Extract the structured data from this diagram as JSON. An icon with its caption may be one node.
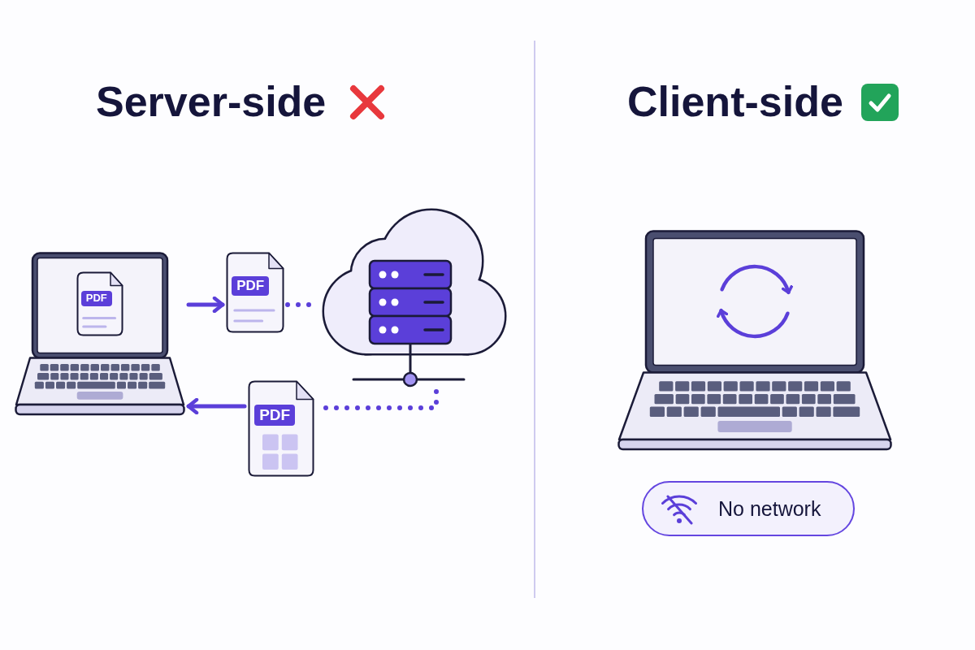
{
  "diagram": {
    "nodes": [
      {
        "text": [],
        "shape": "picture"
      },
      {
        "text": [
          "PDF"
        ],
        "in": 0
      },
      {
        "text": [
          "PDF"
        ]
      },
      {
        "text": [],
        "shape": "cloud"
      },
      {
        "text": [
          "PDF"
        ]
      },
      {
        "text": [],
        "shape": "picture"
      },
      {
        "text": [
          "No network"
        ]
      }
    ],
    "edges": [
      {
        "from": 0,
        "to": 2,
        "arrow": "to"
      },
      {
        "from": 2,
        "to": 3,
        "arrow": "none",
        "style": "dashed"
      },
      {
        "from": 3,
        "to": 4,
        "arrow": "none",
        "style": "dashed"
      },
      {
        "from": 4,
        "to": 0,
        "arrow": "to"
      }
    ],
    "labels": [
      "Server-side",
      "Client-side"
    ]
  }
}
